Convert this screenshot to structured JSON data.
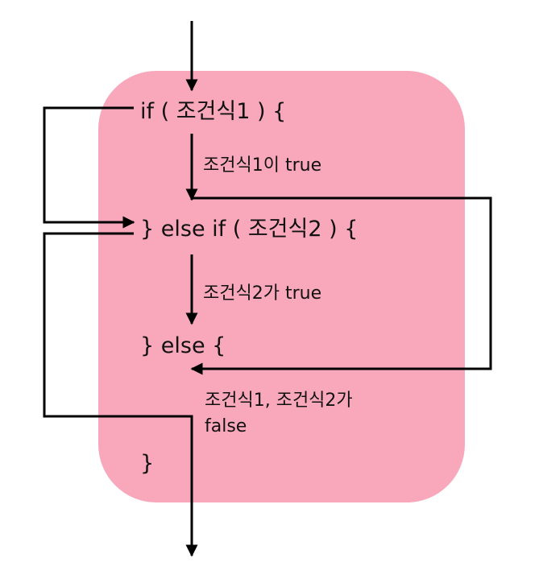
{
  "colors": {
    "box": "#F9A8BC",
    "line": "#000000"
  },
  "code": {
    "if_line": "if ( 조건식1 ) {",
    "else_if_line": "} else if ( 조건식2 ) {",
    "else_line": "} else {",
    "close_line": "}"
  },
  "labels": {
    "cond1_true": "조건식1이 true",
    "cond2_true": "조건식2가 true",
    "both_false_1": "조건식1, 조건식2가",
    "both_false_2": "false"
  }
}
